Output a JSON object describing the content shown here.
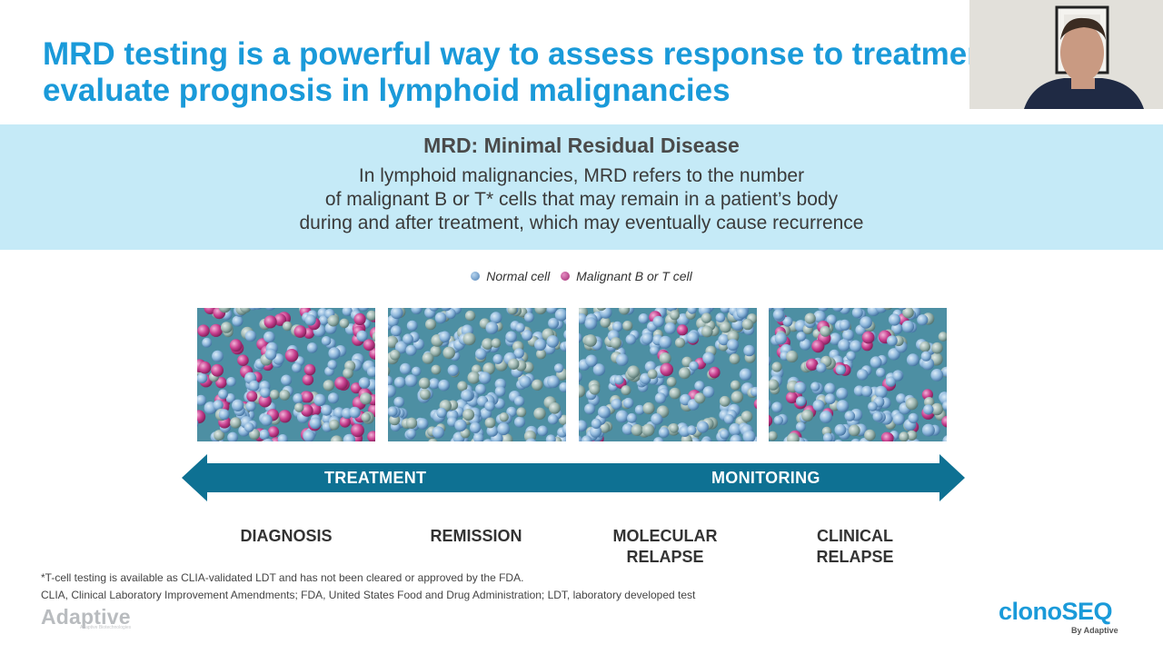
{
  "slide": {
    "title_line1": "MRD testing is a powerful way to assess response to treatment and",
    "title_line2": "evaluate prognosis in lymphoid malignancies"
  },
  "definition": {
    "heading": "MRD: Minimal Residual Disease",
    "lines": [
      "In lymphoid malignancies, MRD refers to the number",
      "of malignant B or T* cells that may remain in a patient’s body",
      "during and after treatment, which may eventually cause recurrence"
    ]
  },
  "legend": {
    "normal_label": "Normal cell",
    "malignant_label": "Malignant B or T cell"
  },
  "colors": {
    "brand_blue": "#1a9ad9",
    "band": "#c5eaf7",
    "arrow": "#0e7193",
    "normal_cell": "#8fb8dc",
    "malignant_cell": "#c8408f"
  },
  "panels": [
    {
      "stage": "diagnosis",
      "malignant_level": "high"
    },
    {
      "stage": "remission",
      "malignant_level": "none"
    },
    {
      "stage": "molecular-relapse",
      "malignant_level": "low"
    },
    {
      "stage": "clinical-relapse",
      "malignant_level": "medium"
    }
  ],
  "arrow": {
    "left_label": "TREATMENT",
    "right_label": "MONITORING"
  },
  "stages": [
    {
      "line1": "DIAGNOSIS",
      "line2": ""
    },
    {
      "line1": "REMISSION",
      "line2": ""
    },
    {
      "line1": "MOLECULAR",
      "line2": "RELAPSE"
    },
    {
      "line1": "CLINICAL",
      "line2": "RELAPSE"
    }
  ],
  "footnotes": {
    "line1": "*T-cell testing is available as CLIA-validated LDT and has not been cleared or approved by the FDA.",
    "line2": "CLIA, Clinical Laboratory Improvement Amendments; FDA, United States Food and Drug Administration; LDT, laboratory developed test"
  },
  "logos": {
    "left": "Adaptive",
    "left_sub": "Adaptive Biotechnologies",
    "right": "clonoSEQ",
    "right_sub": "By Adaptive"
  }
}
